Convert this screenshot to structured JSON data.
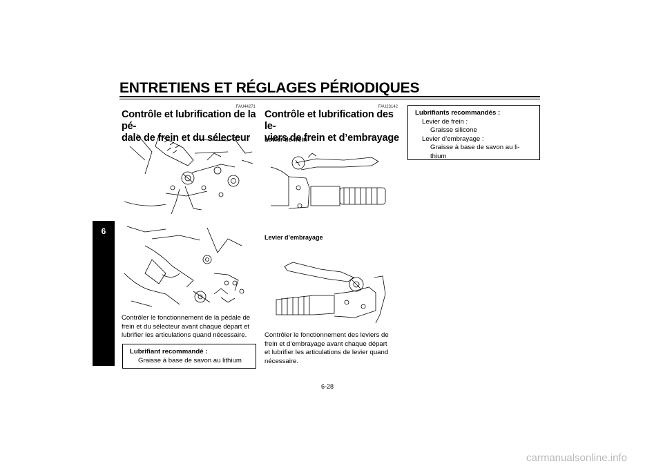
{
  "header": {
    "title": "ENTRETIENS ET RÉGLAGES PÉRIODIQUES"
  },
  "chapter_tab": "6",
  "left": {
    "code": "FAU44271",
    "title_lines": [
      "Contrôle et lubrification de la pé-",
      "dale de frein et du sélecteur"
    ],
    "text_lines": [
      "Contrôler le fonctionnement de la pédale de",
      "frein et du sélecteur avant chaque départ et",
      "lubrifier les articulations quand nécessaire."
    ],
    "box_title": "Lubrifiant recommandé :",
    "box_line": "Graisse à base de savon au lithium"
  },
  "middle": {
    "code": "FAU23142",
    "title_lines": [
      "Contrôle et lubrification des le-",
      "viers de frein et d’embrayage"
    ],
    "brake_label": "Levier de frein",
    "clutch_label": "Levier d’embrayage",
    "text_lines": [
      "Contrôler le fonctionnement des leviers de",
      "frein et d’embrayage avant chaque départ",
      "et lubrifier les articulations de levier quand",
      "nécessaire."
    ]
  },
  "right_box": {
    "title": "Lubrifiants recommandés :",
    "l1": "Levier de frein :",
    "l2": "Graisse silicone",
    "l3": "Levier d’embrayage :",
    "l4a": "Graisse à base de savon au li-",
    "l4b": "thium"
  },
  "page_number": "6-28",
  "watermark": "carmanualsonline.info"
}
